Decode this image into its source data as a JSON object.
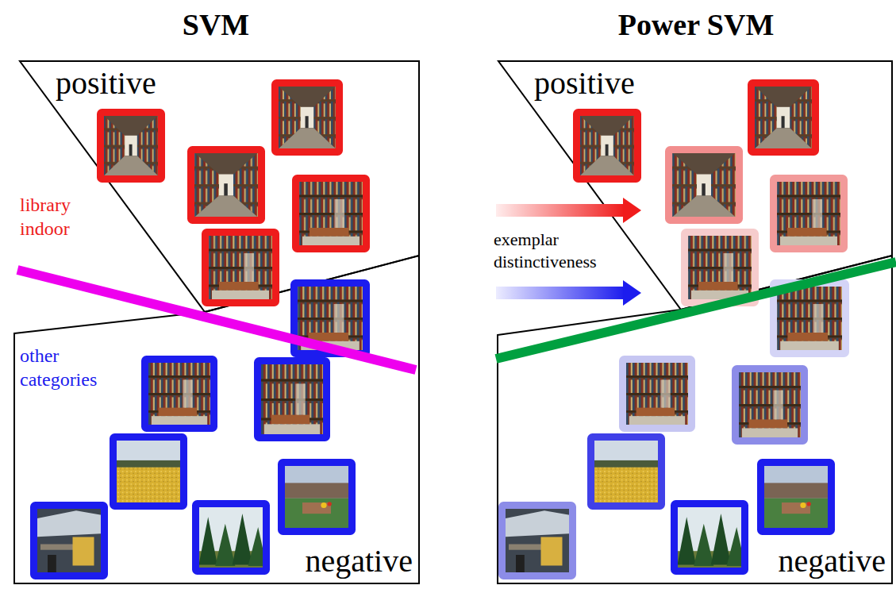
{
  "diagram": {
    "nodes": [
      {
        "text": [
          "positive"
        ]
      },
      {
        "text": [
          "negative"
        ]
      },
      {
        "text": [
          "positive"
        ]
      },
      {
        "text": [
          "negative"
        ]
      }
    ],
    "labels": [
      "SVM",
      "Power SVM",
      "library indoor",
      "other categories",
      "exemplar distinctiveness"
    ]
  }
}
